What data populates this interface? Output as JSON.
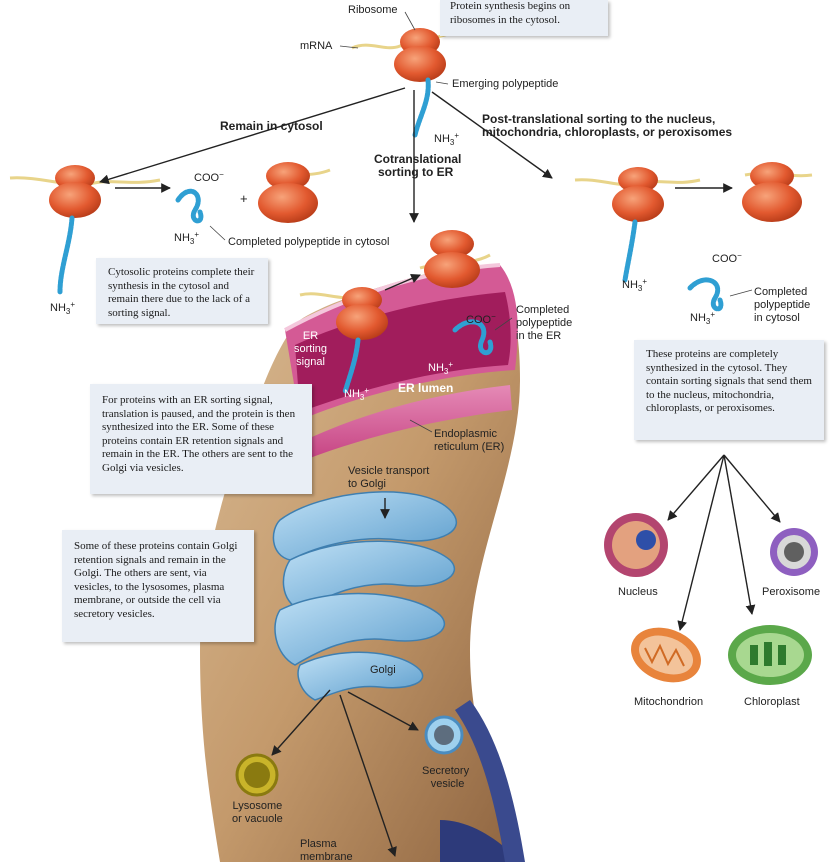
{
  "labels": {
    "ribosome": "Ribosome",
    "mrna": "mRNA",
    "emerging_polypeptide": "Emerging polypeptide",
    "remain_in_cytosol": "Remain in cytosol",
    "post_translational": "Post-translational sorting to the nucleus,",
    "post_translational_2": "mitochondria, chloroplasts, or peroxisomes",
    "cotranslational": "Cotranslational",
    "cotranslational_2": "sorting to ER",
    "nh3": "NH",
    "nh3_sub": "3",
    "nh3_sup": "+",
    "coo": "COO",
    "coo_sup": "−",
    "plus": "+",
    "completed_cytosol": "Completed polypeptide in cytosol",
    "completed_er_1": "Completed",
    "completed_er_2": "polypeptide",
    "completed_er_3": "in the ER",
    "completed_right_1": "Completed",
    "completed_right_2": "polypeptide",
    "completed_right_3": "in cytosol",
    "er_sorting_1": "ER",
    "er_sorting_2": "sorting",
    "er_sorting_3": "signal",
    "er_lumen": "ER lumen",
    "er_1": "Endoplasmic",
    "er_2": "reticulum (ER)",
    "vesicle_transport_1": "Vesicle transport",
    "vesicle_transport_2": "to Golgi",
    "golgi": "Golgi",
    "lysosome_1": "Lysosome",
    "lysosome_2": "or vacuole",
    "secretory_1": "Secretory",
    "secretory_2": "vesicle",
    "plasma_1": "Plasma",
    "plasma_2": "membrane",
    "nucleus": "Nucleus",
    "peroxisome": "Peroxisome",
    "mitochondrion": "Mitochondrion",
    "chloroplast": "Chloroplast"
  },
  "boxes": {
    "top": "Protein synthesis begins on ribosomes in the cytosol.",
    "cytosolic": "Cytosolic proteins complete their synthesis in the cytosol and remain there due to the lack of a sorting signal.",
    "er_signal": "For proteins with an ER sorting signal, translation is paused, and the protein is then synthesized into the ER. Some of these proteins contain ER retention signals and remain in the ER. The others are sent to the Golgi via vesicles.",
    "golgi": "Some of these proteins contain Golgi retention signals and remain in the Golgi. The others are sent, via vesicles, to the lysosomes, plasma membrane, or outside the cell via secretory vesicles.",
    "right": "These proteins are completely synthesized in the cytosol. They contain sorting signals that send them to the nucleus, mitochondria, chloroplasts, or peroxisomes."
  },
  "colors": {
    "ribosome": "#e2592f",
    "polypeptide": "#2f9fd3",
    "er_membrane": "#c8357e",
    "er_lumen": "#a11d5c",
    "cytoplasm": "#c9a37b",
    "golgi": "#7cb4dc",
    "box_bg": "#e9eef5",
    "mrna": "#e8d48a"
  }
}
